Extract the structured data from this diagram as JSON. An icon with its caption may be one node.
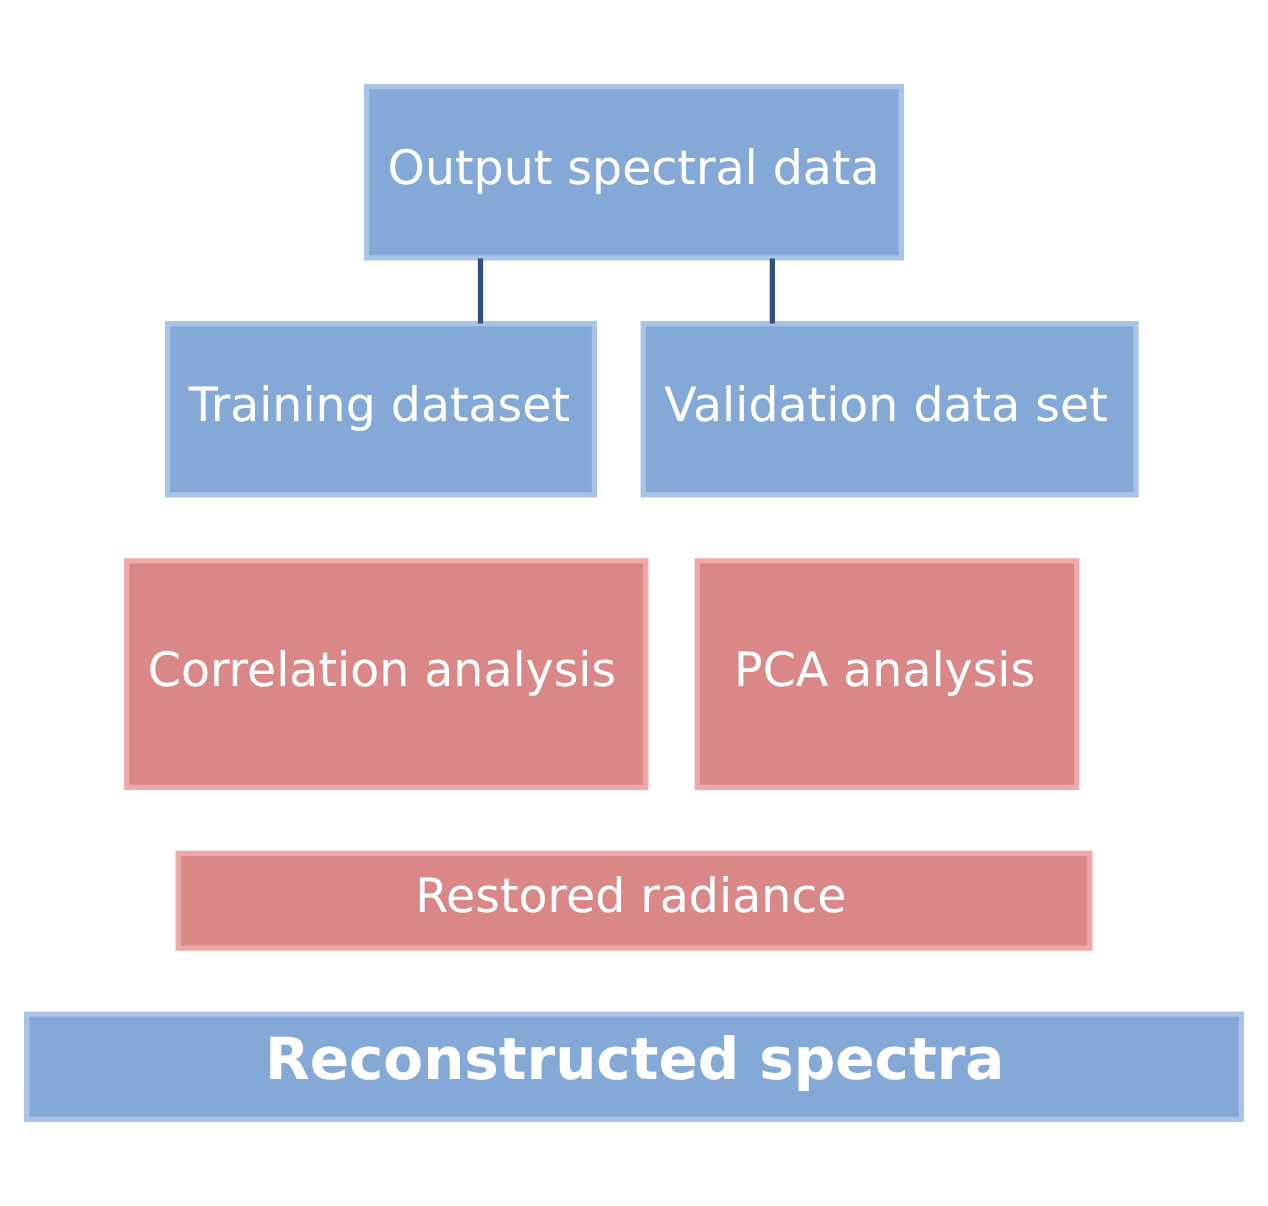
{
  "diagram": {
    "nodes": [
      {
        "text": [
          "Output spectral data"
        ]
      },
      {
        "text": [
          "Training dataset"
        ]
      },
      {
        "text": [
          "Validation data set"
        ]
      },
      {
        "text": [
          "Correlation analysis"
        ]
      },
      {
        "text": [
          "PCA analysis"
        ]
      },
      {
        "text": [
          "Restored radiance"
        ]
      },
      {
        "text": [
          "Reconstructed spectra"
        ]
      }
    ],
    "edges": [
      {
        "from": 0,
        "to": 1,
        "arrow": "none"
      },
      {
        "from": 0,
        "to": 2,
        "arrow": "none"
      }
    ]
  }
}
